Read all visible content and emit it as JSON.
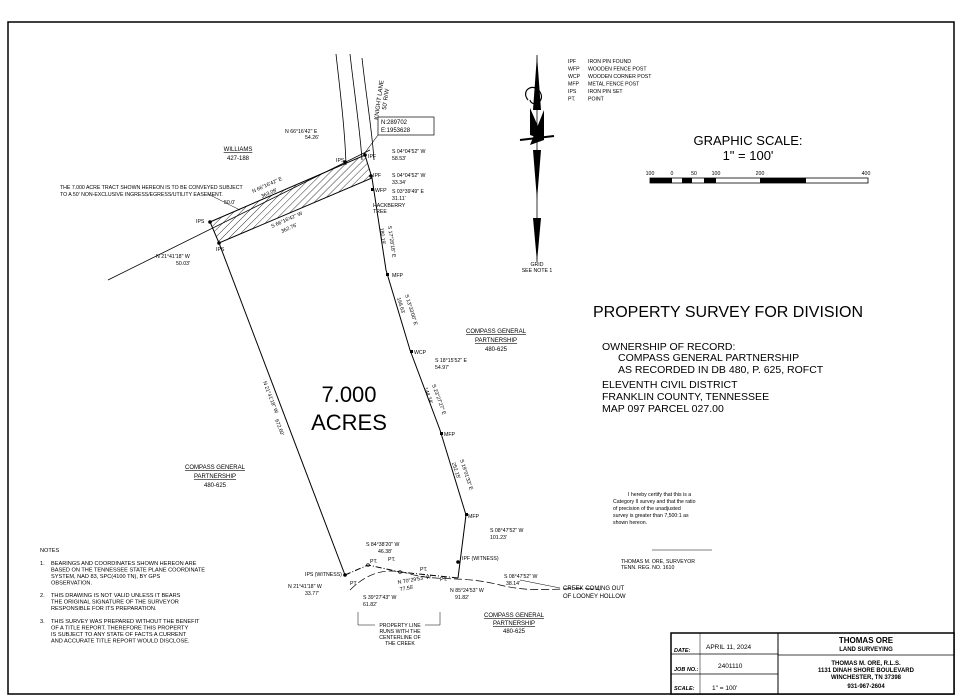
{
  "legend": [
    {
      "code": "IPF",
      "desc": "IRON PIN FOUND"
    },
    {
      "code": "WFP",
      "desc": "WOODEN FENCE POST"
    },
    {
      "code": "WCP",
      "desc": "WOODEN CORNER POST"
    },
    {
      "code": "MFP",
      "desc": "METAL FENCE POST"
    },
    {
      "code": "IPS",
      "desc": "IRON PIN SET"
    },
    {
      "code": "PT.",
      "desc": "POINT"
    }
  ],
  "north_arrow": {
    "label1": "GRID",
    "label2": "SEE NOTE 1"
  },
  "graphic_scale": {
    "title": "GRAPHIC SCALE:",
    "ratio": "1\" = 100'",
    "ticks": [
      "100",
      "0",
      "50",
      "100",
      "200",
      "400"
    ]
  },
  "title": "PROPERTY SURVEY FOR DIVISION",
  "ownership": [
    "OWNERSHIP OF RECORD:",
    "COMPASS GENERAL PARTNERSHIP",
    "AS RECORDED IN DB 480, P. 625, ROFCT",
    "ELEVENTH CIVIL DISTRICT",
    "FRANKLIN COUNTY, TENNESSEE",
    "MAP 097 PARCEL 027.00"
  ],
  "acreage": {
    "line1": "7.000",
    "line2": "ACRES"
  },
  "road": {
    "line1": "KNIGHT LANE",
    "line2": "50' R/W"
  },
  "coord_box": {
    "n": "N:289702",
    "e": "E:1953628"
  },
  "adjoiners": {
    "williams": {
      "name": "WILLIAMS",
      "ref": "427-188"
    },
    "compass_east": {
      "name": "COMPASS GENERAL",
      "name2": "PARTNERSHIP",
      "ref": "480-625"
    },
    "compass_west": {
      "name": "COMPASS GENERAL",
      "name2": "PARTNERSHIP",
      "ref": "480-625"
    },
    "compass_south": {
      "name": "COMPASS GENERAL",
      "name2": "PARTNERSHIP",
      "ref": "480-625"
    }
  },
  "easement_note": [
    "THE 7.000 ACRE TRACT SHOWN HEREON IS TO BE CONVEYED SUBJECT",
    "TO A 50' NON-EXCLUSIVE INGRESS/EGRESS/UTILITY EASEMENT."
  ],
  "calls": {
    "c1": {
      "b": "N 66°16'42\" E",
      "d": "54.26'"
    },
    "c2": {
      "b": "S 04°04'52\" W",
      "d": "58.53'"
    },
    "c3": {
      "b": "N 66°16'42\" E",
      "d": "363.09'"
    },
    "c4": {
      "b": "S 04°04'52\" W",
      "d": "33.34'"
    },
    "c5": {
      "b": "S 03°39'49\" E",
      "d": "31.11'"
    },
    "c6": {
      "b": "S 66°16'42\" W",
      "d": "362.76'"
    },
    "c7": {
      "b": "N 21°41'18\" W",
      "d": "50.03'"
    },
    "c8": {
      "b": "S 17°28'18\" E",
      "d": "180.19'"
    },
    "c9": {
      "b": "S 13°33'00\" E",
      "d": "168.63'"
    },
    "c10": {
      "b": "S 18°15'52\" E",
      "d": "54.97'"
    },
    "c11": {
      "b": "S 23°27'27\" E",
      "d": "144.34'"
    },
    "c12": {
      "b": "S 19°01'33\" E",
      "d": "252.15'"
    },
    "c13": {
      "b": "N 21°41'18\" W",
      "d": "672.60'"
    },
    "c14": {
      "b": "S 08°47'52\" W",
      "d": "101.23'"
    },
    "c15": {
      "b": "S 84°38'20\" W",
      "d": "46.38'"
    },
    "c16": {
      "b": "N 70°29'53\" W",
      "d": "77.55'"
    },
    "c17": {
      "b": "N 85°24'53\" W",
      "d": "91.82'"
    },
    "c18": {
      "b": "S 08°47'52\" W",
      "d": "38.14'"
    },
    "c19": {
      "b": "N 21°41'18\" W",
      "d": "33.77'"
    },
    "c20": {
      "b": "S 39°27'43\" W",
      "d": "61.82'"
    }
  },
  "markers": {
    "ips": "IPS",
    "ipf": "IPF",
    "wfp": "WFP",
    "mfp": "MFP",
    "wcp": "WCP",
    "pt": "PT.",
    "hackberry1": "HACKBERRY",
    "hackberry2": "TREE",
    "ips_w": "IPS (WITNESS)",
    "ipf_w": "IPF (WITNESS)"
  },
  "easement_width": "50.0'",
  "creek": {
    "line1": "CREEK COMING OUT",
    "line2": "OF LOONEY HOLLOW"
  },
  "creek_note": [
    "PROPERTY LINE",
    "RUNS WITH THE",
    "CENTERLINE OF",
    "THE CREEK"
  ],
  "certification": [
    "I hereby certify that this is a",
    "Category II survey and that the ratio",
    "of precision of the unadjusted",
    "survey is greater than 7,500:1 as",
    "shown hereon."
  ],
  "signature": {
    "line1": "THOMAS M. ORE, SURVEYOR",
    "line2": "TENN. REG. NO. 1610"
  },
  "notes_title": "NOTES",
  "notes": [
    {
      "num": "1.",
      "lines": [
        "BEARINGS AND COORDINATES SHOWN HEREON ARE",
        "BASED ON THE TENNESSEE STATE PLANE COORDINATE",
        "SYSTEM, NAD 83, SPC(4100 TN), BY GPS",
        "OBSERVATION."
      ]
    },
    {
      "num": "2.",
      "lines": [
        "THIS DRAWING IS NOT VALID UNLESS IT BEARS",
        "THE ORIGINAL SIGNATURE OF THE SURVEYOR",
        "RESPONSIBLE FOR ITS PREPARATION."
      ]
    },
    {
      "num": "3.",
      "lines": [
        "THIS SURVEY WAS PREPARED WITHOUT THE BENEFIT",
        "OF A TITLE REPORT. THEREFORE THIS PROPERTY",
        "IS SUBJECT TO ANY STATE OF FACTS A CURRENT",
        "AND ACCURATE TITLE REPORT WOULD DISCLOSE."
      ]
    }
  ],
  "title_block": {
    "date_label": "DATE:",
    "date": "APRIL 11, 2024",
    "job_label": "JOB NO.:",
    "job": "2401110",
    "scale_label": "SCALE:",
    "scale": "1\" = 100'",
    "company1": "THOMAS ORE",
    "company2": "LAND SURVEYING",
    "addr1": "THOMAS M. ORE, R.L.S.",
    "addr2": "1131 DINAH SHORE BOULEVARD",
    "addr3": "WINCHESTER, TN 37398",
    "phone": "931-967-2604"
  }
}
